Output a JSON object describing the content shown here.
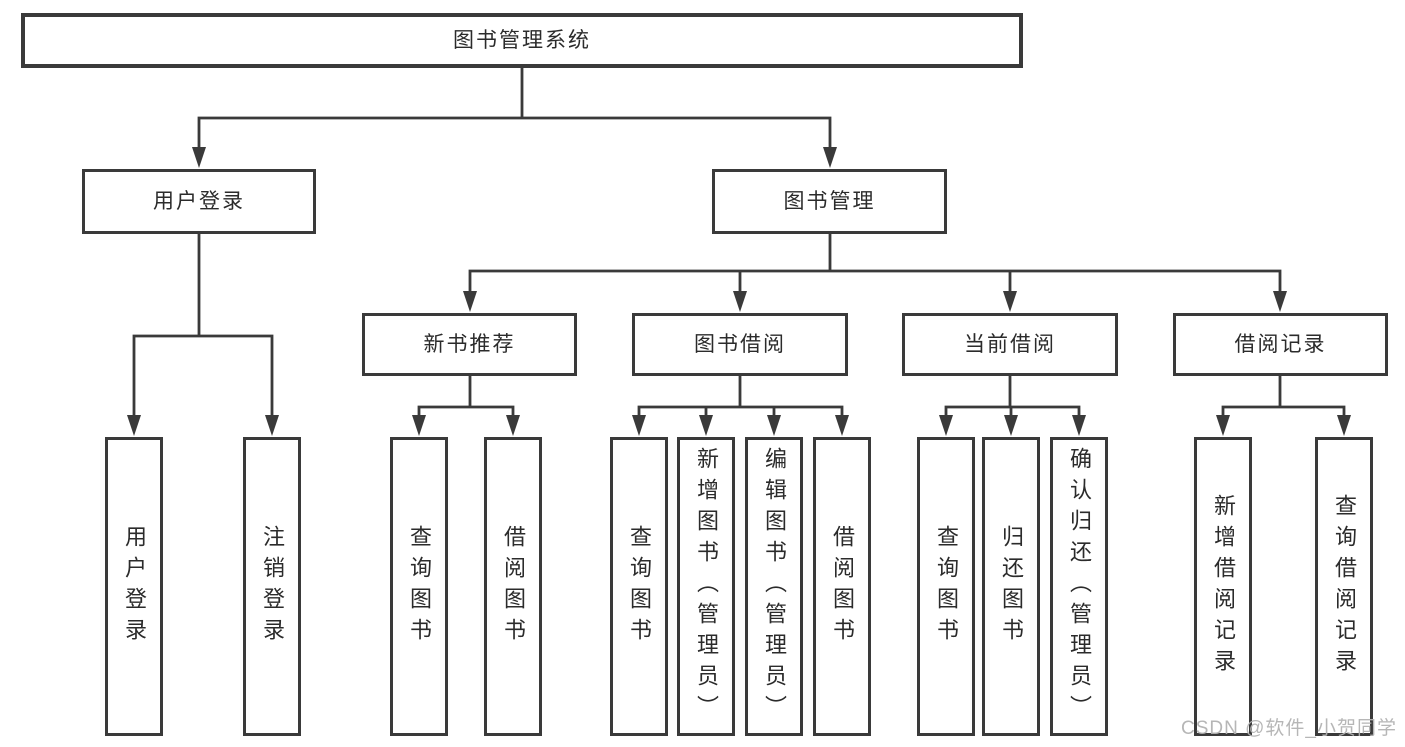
{
  "diagram": {
    "root": "图书管理系统",
    "left": {
      "label": "用户登录",
      "children": [
        "用户登录",
        "注销登录"
      ]
    },
    "right": {
      "label": "图书管理",
      "groups": [
        {
          "label": "新书推荐",
          "children": [
            "查询图书",
            "借阅图书"
          ]
        },
        {
          "label": "图书借阅",
          "children": [
            "查询图书",
            "新增图书（管理员）",
            "编辑图书（管理员）",
            "借阅图书"
          ]
        },
        {
          "label": "当前借阅",
          "children": [
            "查询图书",
            "归还图书",
            "确认归还（管理员）"
          ]
        },
        {
          "label": "借阅记录",
          "children": [
            "新增借阅记录",
            "查询借阅记录"
          ]
        }
      ]
    }
  },
  "watermark": {
    "text": "CSDN @软件_小贺同学"
  },
  "colors": {
    "line": "#3a3a3a",
    "text": "#2b2b2b",
    "watermark": "#b3b3b3",
    "background": "#ffffff"
  }
}
